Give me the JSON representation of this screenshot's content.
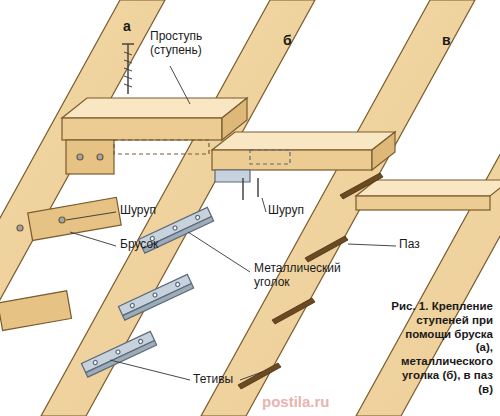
{
  "diagram": {
    "caption": "Рис. 1. Крепление ступеней при помощи бруска (а), металлического уголка (б), в паз (в)",
    "labels": [
      "а",
      "б",
      "в",
      "Проступь (ступень)",
      "Шуруп",
      "Брусок",
      "Шуруп",
      "Металлический уголок",
      "Паз",
      "Тетивы",
      "postila.ru"
    ]
  }
}
